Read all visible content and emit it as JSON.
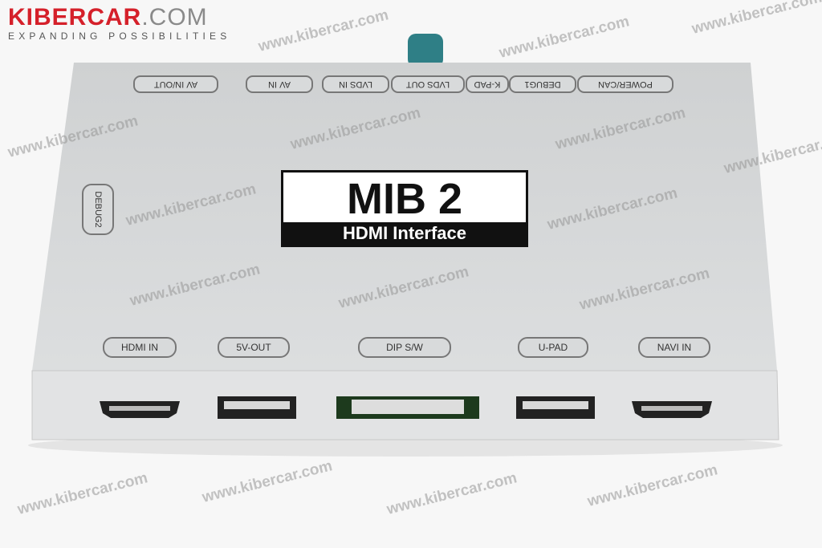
{
  "logo": {
    "brand_red": "KIBERCAR",
    "brand_grey": ".COM",
    "tagline": "EXPANDING POSSIBILITIES"
  },
  "watermark": "www.kibercar.com",
  "device": {
    "title": "MIB 2",
    "subtitle": "HDMI Interface",
    "top_labels": [
      "AV IN/OUT",
      "AV IN",
      "LVDS IN",
      "LVDS OUT",
      "K-PAD",
      "DEBUG1",
      "POWER/CAN"
    ],
    "side_label": "DEBUG2",
    "front_labels": [
      "HDMI IN",
      "5V-OUT",
      "DIP S/W",
      "U-PAD",
      "NAVI IN"
    ]
  },
  "colors": {
    "brand_red": "#d5202a",
    "case": "#d3d5d6",
    "knob": "#2f7f86"
  }
}
